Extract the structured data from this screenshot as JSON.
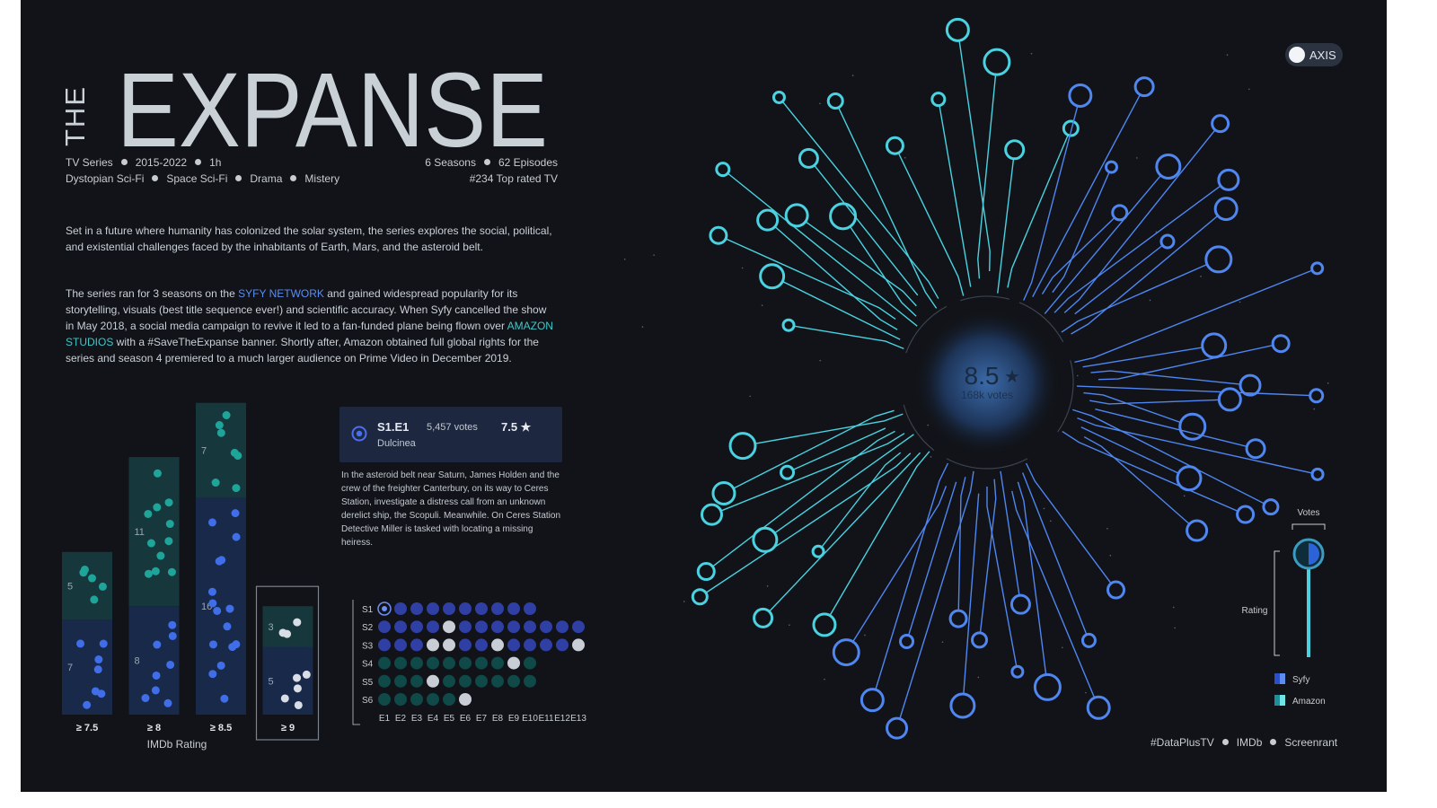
{
  "header": {
    "title_the": "THE",
    "title_main": "EXPANSE",
    "meta_left_1": [
      "TV Series",
      "2015-2022",
      "1h"
    ],
    "meta_left_2": [
      "Dystopian Sci-Fi",
      "Space Sci-Fi",
      "Drama",
      "Mistery"
    ],
    "meta_right_1": [
      "6 Seasons",
      "62 Episodes"
    ],
    "meta_right_2": "#234 Top rated TV"
  },
  "description": {
    "p1": "Set in a future where humanity has colonized  the solar system, the series  explores the social, political, and existential  challenges faced by the inhabitants  of Earth, Mars, and the asteroid belt.",
    "p2_a": "The series ran for 3 seasons on the ",
    "p2_syfy": "SYFY NETWORK",
    "p2_b": " and gained  widespread  popularity  for its storytelling, visuals  (best title sequence ever!)  and scientific accuracy.  When Syfy cancelled the show in  May 2018,  a social media  campaign to revive it led to a fan-funded plane being flown over ",
    "p2_amazon": "AMAZON STUDIOS",
    "p2_c": " with a #SaveTheExpanse banner. Shortly after, Amazon obtained full global rights  for the series  and season 4 premiered  to a much larger audience  on Prime Video in December 2019."
  },
  "episode_card": {
    "code": "S1.E1",
    "votes": "5,457 votes",
    "rating": "7.5 ★",
    "name": "Dulcinea",
    "summary": "In the asteroid belt near Saturn, James Holden and the crew of the freighter Canterbury, on its way to Ceres Station, investigate a distress call from an unknown derelict ship, the Scopuli. Meanwhile. On Ceres Station Detective Miller is tasked with locating a missing heiress."
  },
  "center": {
    "rating": "8.5",
    "star": "★",
    "votes": "168k votes"
  },
  "controls": {
    "axis_label": "AXIS",
    "votes_label": "Votes",
    "rating_label": "Rating",
    "legend": [
      {
        "label": "Syfy",
        "color": "#3f6ee0"
      },
      {
        "label": "Amazon",
        "color": "#36c9c6"
      }
    ]
  },
  "footer": [
    "#DataPlusTV",
    "IMDb",
    "Screenrant"
  ],
  "colors": {
    "syfy": "#4f86f0",
    "amazon": "#45c8d6",
    "panel": "#111318",
    "card": "#1d2840"
  },
  "chart_data": [
    {
      "type": "bar",
      "title": "",
      "xlabel": "IMDb Rating",
      "categories": [
        "≥ 7.5",
        "≥ 8",
        "≥ 8.5",
        "≥ 9"
      ],
      "series": [
        {
          "name": "Amazon",
          "values": [
            5,
            11,
            7,
            3
          ]
        },
        {
          "name": "Syfy",
          "values": [
            7,
            8,
            16,
            5
          ]
        }
      ],
      "highlighted_category": "≥ 9"
    },
    {
      "type": "heatmap",
      "title": "",
      "rows": [
        "S1",
        "S2",
        "S3",
        "S4",
        "S5",
        "S6"
      ],
      "columns": [
        "E1",
        "E2",
        "E3",
        "E4",
        "E5",
        "E6",
        "E7",
        "E8",
        "E9",
        "E10",
        "E11",
        "E12",
        "E13"
      ],
      "episodes_per_season": [
        10,
        13,
        13,
        10,
        10,
        6
      ],
      "network": [
        "Syfy",
        "Syfy",
        "Syfy",
        "Amazon",
        "Amazon",
        "Amazon"
      ],
      "highlight_9plus": {
        "S2": [
          5
        ],
        "S3": [
          4,
          5,
          8,
          13
        ],
        "S4": [
          9
        ],
        "S5": [
          4
        ],
        "S6": [
          6
        ]
      },
      "selected": "S1.E1"
    }
  ]
}
